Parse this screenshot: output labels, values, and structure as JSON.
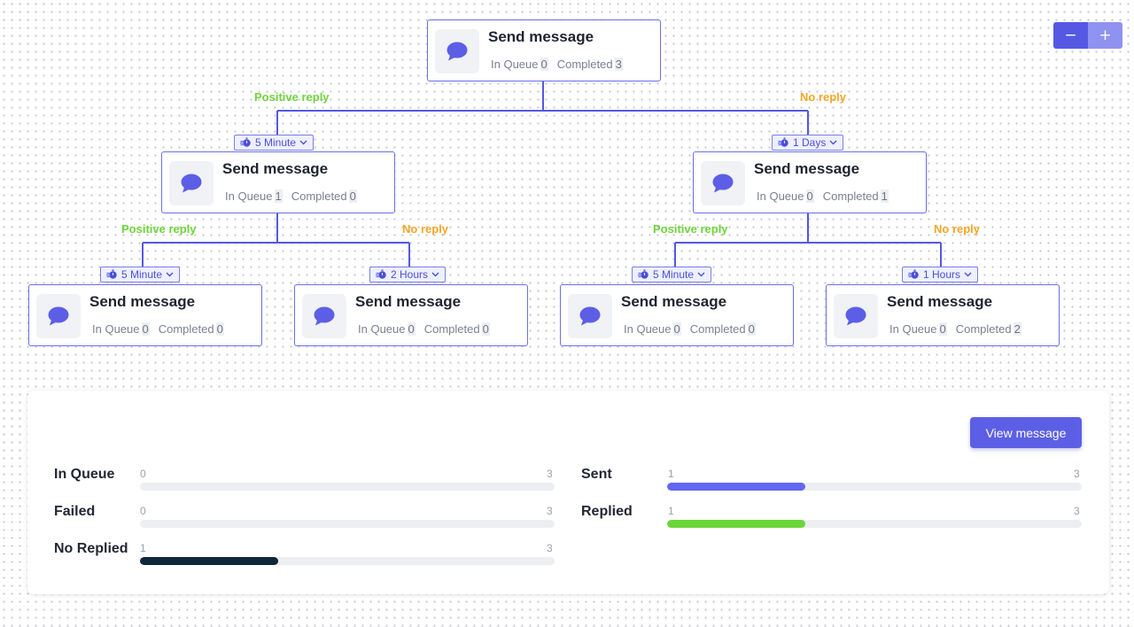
{
  "colors": {
    "accent": "#5c5fe6",
    "node_border": "#6b6ee8",
    "positive": "#6fd43c",
    "no_reply": "#f5a623",
    "sent_bar": "#6366f1",
    "replied_bar": "#6bd63a",
    "no_replied_bar": "#12263a"
  },
  "zoom": {
    "out_label": "−",
    "in_label": "+"
  },
  "nodes": [
    {
      "title": "Send message",
      "in_queue_label": "In Queue",
      "in_queue": "0",
      "completed_label": "Completed",
      "completed": "3",
      "icon": "chat-bubble-icon"
    },
    {
      "title": "Send message",
      "in_queue_label": "In Queue",
      "in_queue": "1",
      "completed_label": "Completed",
      "completed": "0",
      "icon": "chat-bubble-icon"
    },
    {
      "title": "Send message",
      "in_queue_label": "In Queue",
      "in_queue": "0",
      "completed_label": "Completed",
      "completed": "1",
      "icon": "chat-bubble-icon"
    },
    {
      "title": "Send message",
      "in_queue_label": "In Queue",
      "in_queue": "0",
      "completed_label": "Completed",
      "completed": "0",
      "icon": "chat-bubble-icon"
    },
    {
      "title": "Send message",
      "in_queue_label": "In Queue",
      "in_queue": "0",
      "completed_label": "Completed",
      "completed": "0",
      "icon": "chat-bubble-icon"
    },
    {
      "title": "Send message",
      "in_queue_label": "In Queue",
      "in_queue": "0",
      "completed_label": "Completed",
      "completed": "0",
      "icon": "chat-bubble-icon"
    },
    {
      "title": "Send message",
      "in_queue_label": "In Queue",
      "in_queue": "0",
      "completed_label": "Completed",
      "completed": "2",
      "icon": "chat-bubble-icon"
    }
  ],
  "edges": [
    {
      "label": "Positive reply",
      "type": "positive"
    },
    {
      "label": "No reply",
      "type": "no_reply"
    },
    {
      "label": "Positive reply",
      "type": "positive"
    },
    {
      "label": "No reply",
      "type": "no_reply"
    },
    {
      "label": "Positive reply",
      "type": "positive"
    },
    {
      "label": "No reply",
      "type": "no_reply"
    }
  ],
  "delays": [
    "5 Minute",
    "1 Days",
    "5 Minute",
    "2 Hours",
    "5 Minute",
    "1 Hours"
  ],
  "stats": {
    "view_button_label": "View message",
    "metrics": [
      {
        "label": "In Queue",
        "value": "0",
        "max": "3",
        "fraction": 0,
        "color": "#6366f1"
      },
      {
        "label": "Failed",
        "value": "0",
        "max": "3",
        "fraction": 0,
        "color": "#e5484d"
      },
      {
        "label": "No Replied",
        "value": "1",
        "max": "3",
        "fraction": 0.333,
        "color": "#12263a"
      },
      {
        "label": "Sent",
        "value": "1",
        "max": "3",
        "fraction": 0.333,
        "color": "#6366f1"
      },
      {
        "label": "Replied",
        "value": "1",
        "max": "3",
        "fraction": 0.333,
        "color": "#6bd63a"
      }
    ]
  }
}
